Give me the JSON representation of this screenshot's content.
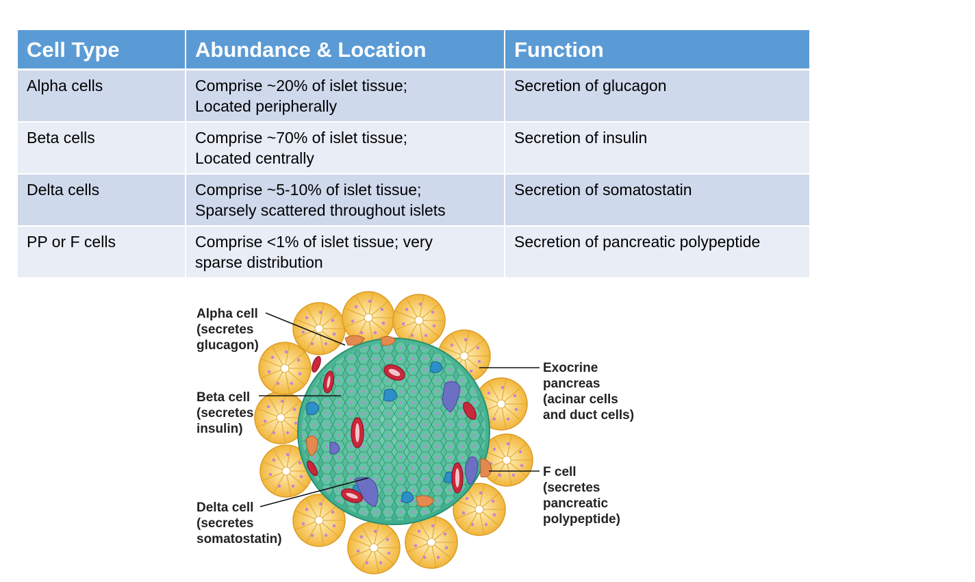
{
  "table": {
    "headers": [
      "Cell Type",
      "Abundance & Location",
      "Function"
    ],
    "rows": [
      {
        "cell_type": "Alpha cells",
        "abundance": [
          "Comprise ~20% of islet tissue;",
          "Located peripherally"
        ],
        "function": "Secretion of glucagon"
      },
      {
        "cell_type": "Beta cells",
        "abundance": [
          "Comprise ~70% of islet tissue;",
          "Located centrally"
        ],
        "function": "Secretion of insulin"
      },
      {
        "cell_type": "Delta cells",
        "abundance": [
          "Comprise ~5-10% of islet tissue;",
          "Sparsely scattered throughout islets"
        ],
        "function": "Secretion of somatostatin"
      },
      {
        "cell_type": "PP or F cells",
        "abundance": [
          "Comprise <1% of islet tissue; very",
          "sparse distribution"
        ],
        "function": "Secretion of pancreatic polypeptide"
      }
    ]
  },
  "diagram": {
    "labels": {
      "alpha": [
        "Alpha cell",
        "(secretes",
        "glucagon)"
      ],
      "beta": [
        "Beta cell",
        "(secretes",
        "insulin)"
      ],
      "delta": [
        "Delta cell",
        "(secretes",
        "somatostatin)"
      ],
      "exocrine": [
        "Exocrine",
        "pancreas",
        "(acinar cells",
        "and duct cells)"
      ],
      "f_cell": [
        "F cell",
        "(secretes",
        "pancreatic",
        "polypeptide)"
      ]
    },
    "colors": {
      "header_blue": "#5b9bd5",
      "row_dark": "#cfd9ec",
      "row_light": "#e8edf6",
      "acinar_yellow": "#f5c542",
      "beta_green": "#5fbf9f",
      "delta_blue": "#2b8fc8",
      "alpha_orange": "#e48a4f",
      "f_cell_purple": "#6d6fc4",
      "capillary_red": "#c9283c"
    }
  }
}
